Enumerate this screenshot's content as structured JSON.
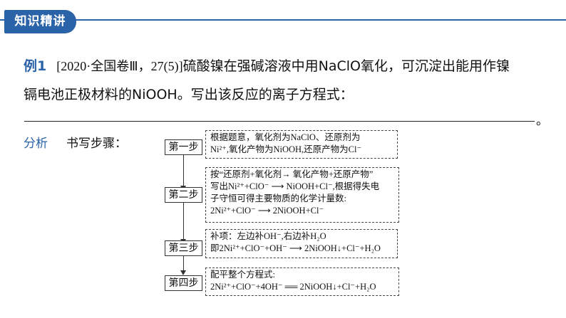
{
  "header": {
    "badge": "知识精讲"
  },
  "question": {
    "label": "例1",
    "source": "[2020·全国卷Ⅲ，27(5)]",
    "text1": "硫酸镍在强碱溶液中用NaClO氧化，可沉淀出能用作镍",
    "text2": "镉电池正极材料的NiOOH。写出该反应的离子方程式：",
    "end_mark": "。"
  },
  "analysis": {
    "label": "分析",
    "title": "书写步骤："
  },
  "steps": [
    {
      "label": "第一步",
      "lines": [
        "根据题意，氧化剂为NaClO、还原剂为",
        "Ni²⁺,氧化产物为NiOOH,还原产物为Cl⁻"
      ]
    },
    {
      "label": "第二步",
      "lines": [
        "按“还原剂+氧化剂→ 氧化产物+还原产物”",
        "写出Ni²⁺+ClO⁻ ⟶ NiOOH+Cl⁻,根据得失电",
        "子守恒可得主要物质的化学计量数:",
        "2Ni²⁺+ClO⁻ ⟶ 2NiOOH+Cl⁻"
      ]
    },
    {
      "label": "第三步",
      "lines": [
        "补项：左边补OH⁻,右边补H₂O",
        "即2Ni²⁺+ClO⁻+OH⁻ ⟶ 2NiOOH↓+Cl⁻+H₂O"
      ]
    },
    {
      "label": "第四步",
      "lines": [
        "配平整个方程式:",
        "2Ni²⁺+ClO⁻+4OH⁻ ══ 2NiOOH↓+Cl⁻+H₂O"
      ]
    }
  ]
}
